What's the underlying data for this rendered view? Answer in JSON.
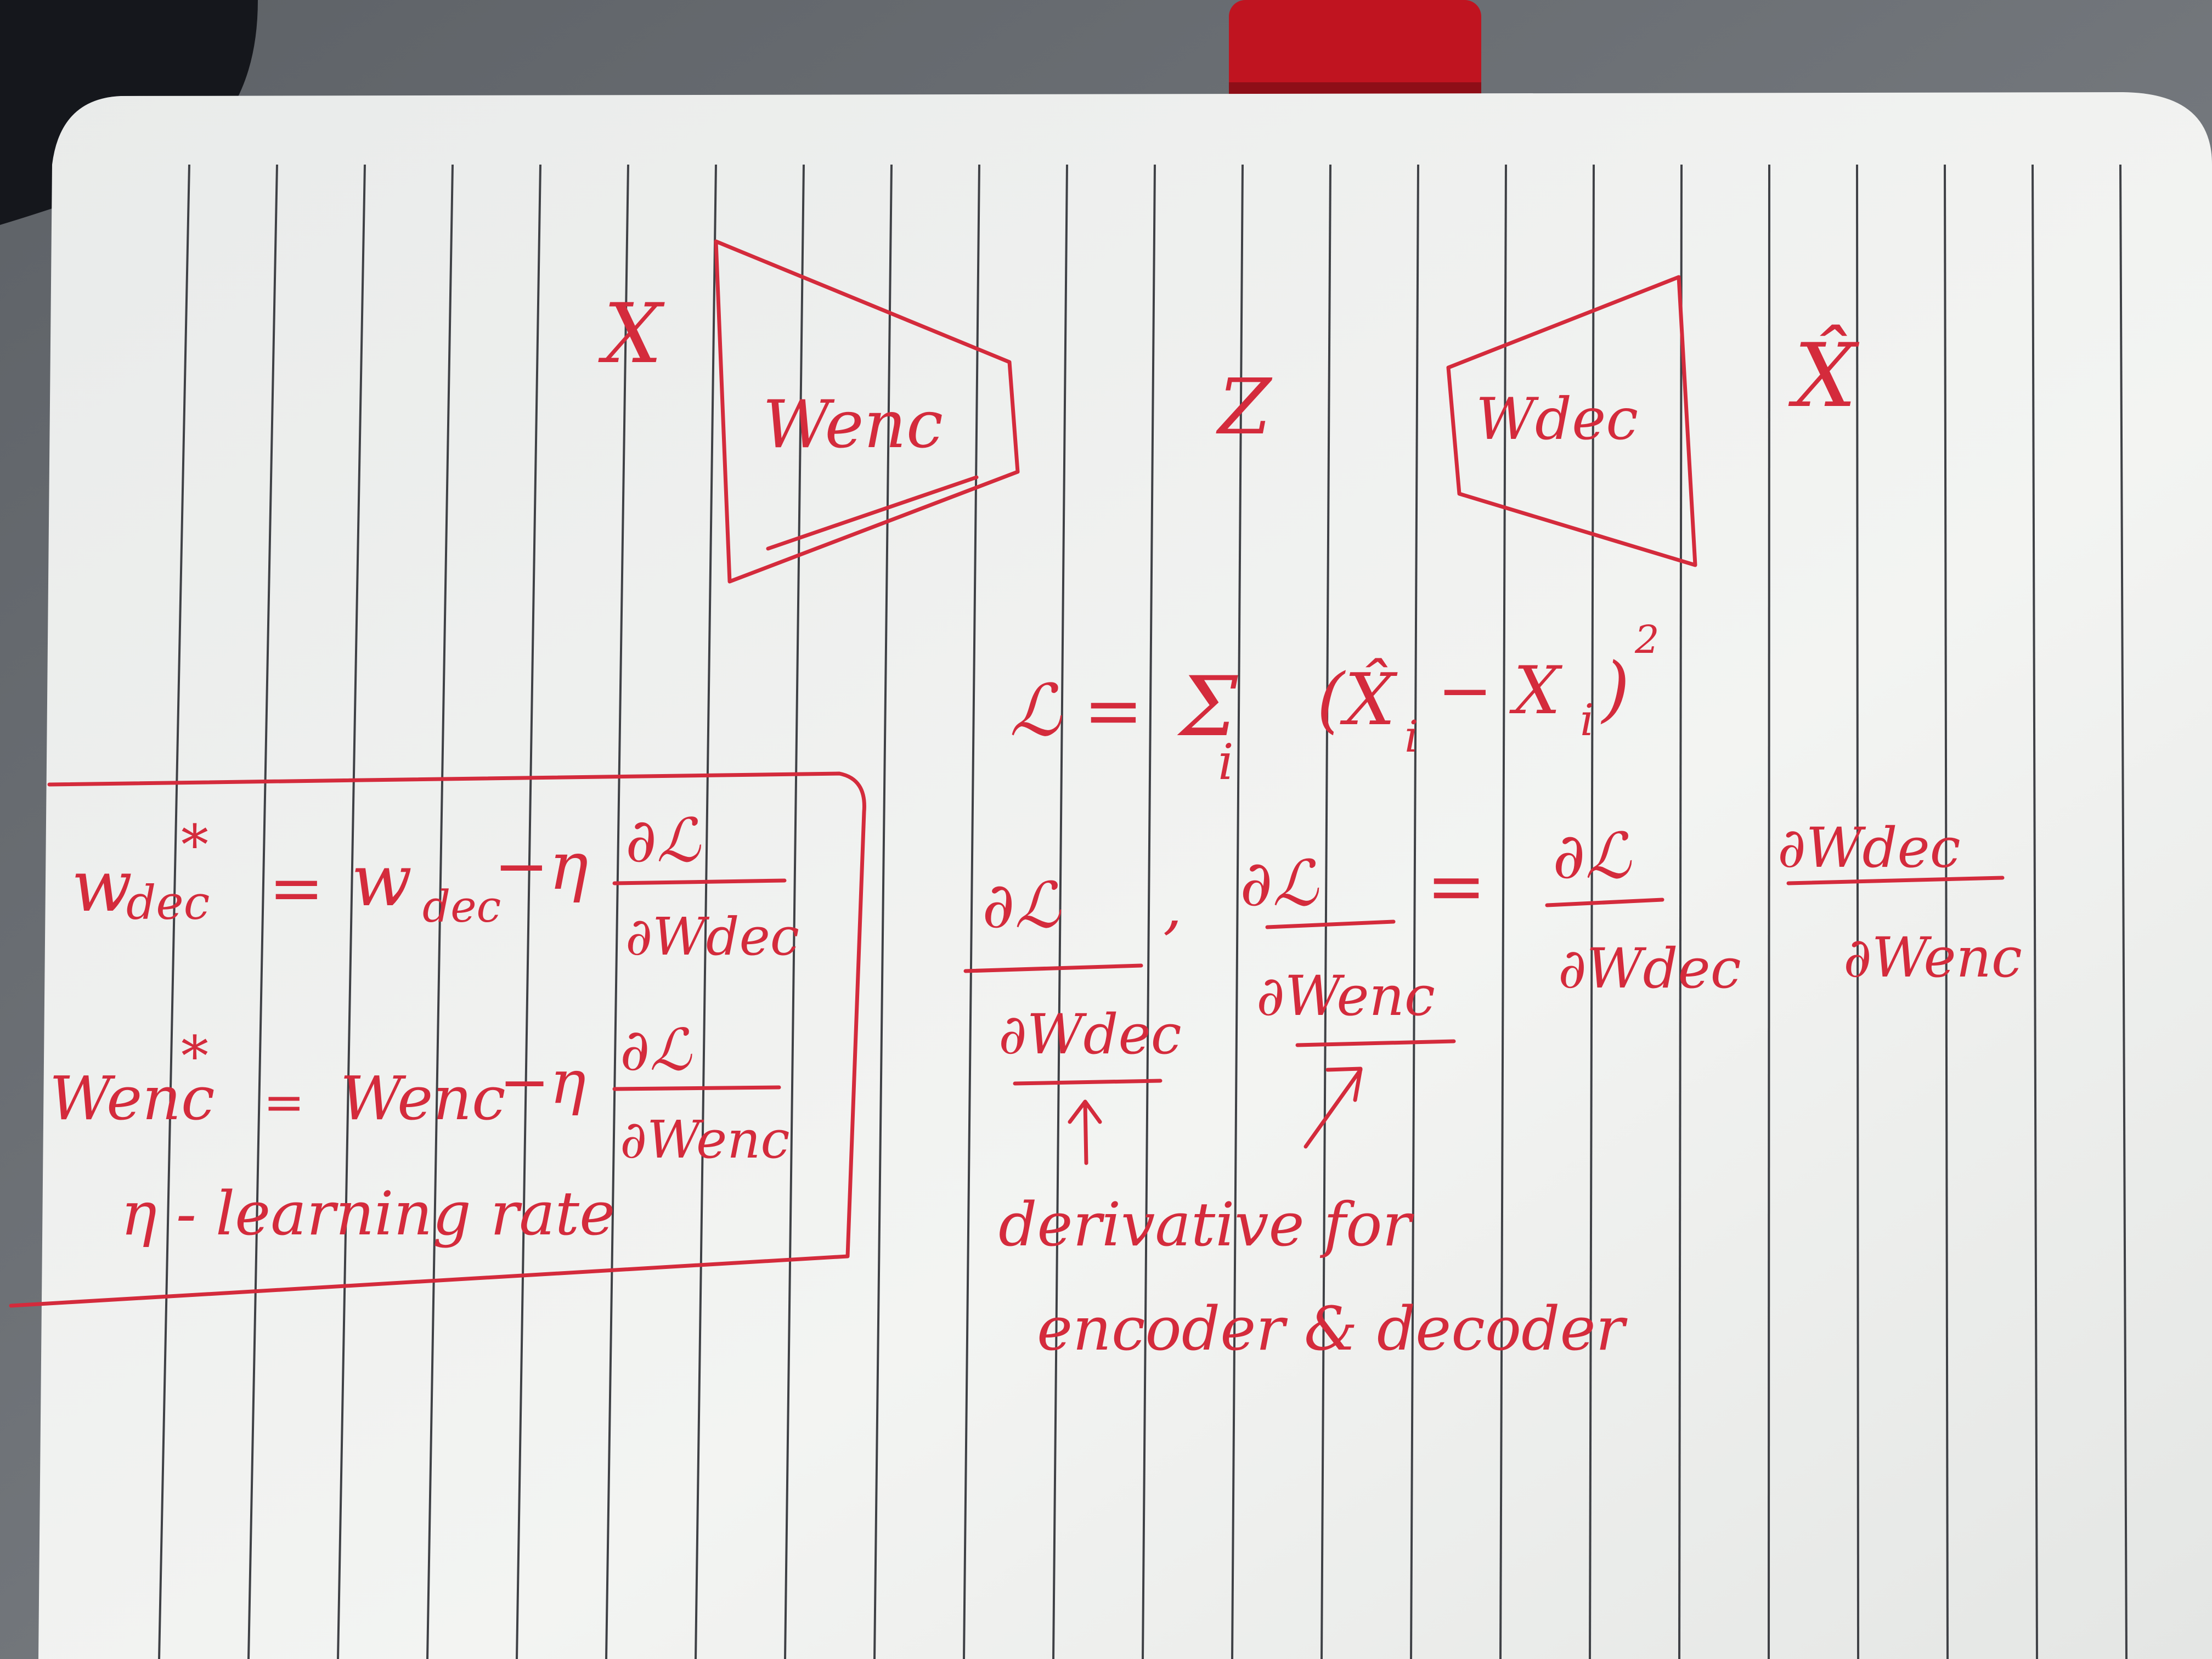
{
  "colors": {
    "ink": "#d42b3c",
    "paper": "#f2f3f1",
    "rule_line": "#3f4146",
    "desk": "#6f7378",
    "bookmark_ribbon": "#c01420"
  },
  "diagram": {
    "input_label": "X",
    "encoder_label": "Wenc",
    "latent_label": "Z",
    "decoder_label": "Wdec",
    "output_label": "X̂"
  },
  "loss": {
    "lhs": "ℒ =",
    "sum_symbol": "Σ",
    "sum_index": "i",
    "body": "(X̂",
    "sub1": "i",
    "minus": "− X",
    "sub2": "i",
    "close": ")",
    "power": "2"
  },
  "update_box": {
    "dec_rule": {
      "lhs_w": "w",
      "lhs_sub": "dec",
      "lhs_star": "*",
      "eq": "=",
      "rhs_w": "w",
      "rhs_sub": "dec",
      "minus_eta": "−η",
      "frac_num": "∂ℒ",
      "frac_den": "∂Wdec"
    },
    "enc_rule": {
      "lhs_w": "Wenc",
      "lhs_star": "*",
      "eq": "=",
      "rhs_w": "Wenc",
      "minus_eta": "−η",
      "frac_num": "∂ℒ",
      "frac_den": "∂Wenc"
    },
    "eta_note": "η - learning rate"
  },
  "gradients": {
    "g1_num": "∂ℒ",
    "g1_den": "∂Wdec",
    "comma": ",",
    "g2_num": "∂ℒ",
    "g2_den": "∂Wenc",
    "eq": "=",
    "g3_num": "∂ℒ",
    "g3_den": "∂Wdec",
    "g4_num": "∂Wdec",
    "g4_den": "∂Wenc"
  },
  "note": {
    "line1": "derivative for",
    "line2": "encoder & decoder"
  }
}
